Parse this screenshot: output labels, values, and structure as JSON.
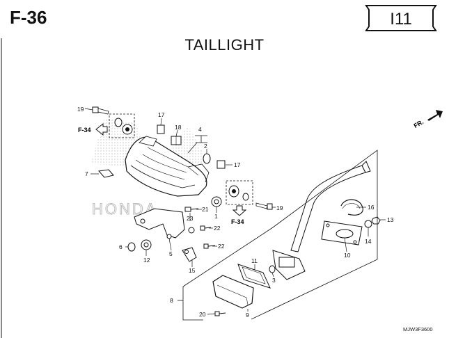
{
  "header": {
    "page_code": "F-36",
    "group_code": "I11",
    "title": "TAILLIGHT"
  },
  "direction_label": "FR.",
  "cross_refs": [
    {
      "id": "left",
      "label": "F-34"
    },
    {
      "id": "bottom",
      "label": "F-34"
    }
  ],
  "watermark": "HONDA",
  "part_callouts": [
    "19",
    "17",
    "18",
    "4",
    "2",
    "17",
    "7",
    "19",
    "21",
    "23",
    "22",
    "1",
    "6",
    "12",
    "5",
    "22",
    "15",
    "16",
    "13",
    "14",
    "10",
    "11",
    "3",
    "8",
    "20",
    "9"
  ],
  "diagram_code": "MJW3F3600",
  "colors": {
    "line": "#111111",
    "shade": "#bbbbbb",
    "background": "#ffffff"
  }
}
